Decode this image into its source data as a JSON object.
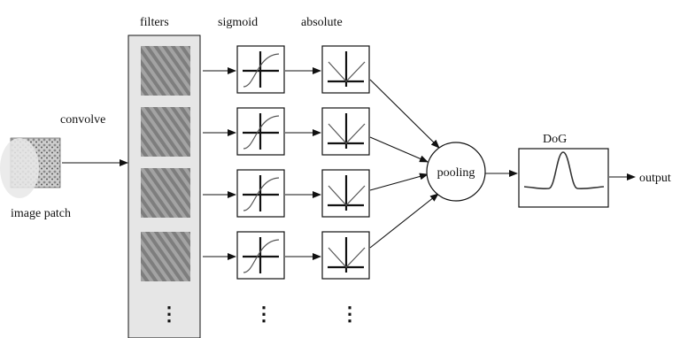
{
  "labels": {
    "filters": "filters",
    "sigmoid": "sigmoid",
    "absolute": "absolute",
    "convolve": "convolve",
    "image_patch": "image patch",
    "pooling": "pooling",
    "dog": "DoG",
    "output": "output",
    "ellipsis": "⋮"
  },
  "colors": {
    "filter_column_bg": "#e6e6e6",
    "filter_patch": "#9a9a9a",
    "ink": "#111111"
  },
  "rows": [
    {
      "id": "row-1"
    },
    {
      "id": "row-2"
    },
    {
      "id": "row-3"
    },
    {
      "id": "row-4"
    }
  ],
  "icons": {
    "input_image": "image-patch-thumbnail",
    "filter": "gabor-filter-icon",
    "sigmoid": "sigmoid-function-icon",
    "absolute": "absolute-value-function-icon",
    "dog": "difference-of-gaussians-curve-icon"
  }
}
